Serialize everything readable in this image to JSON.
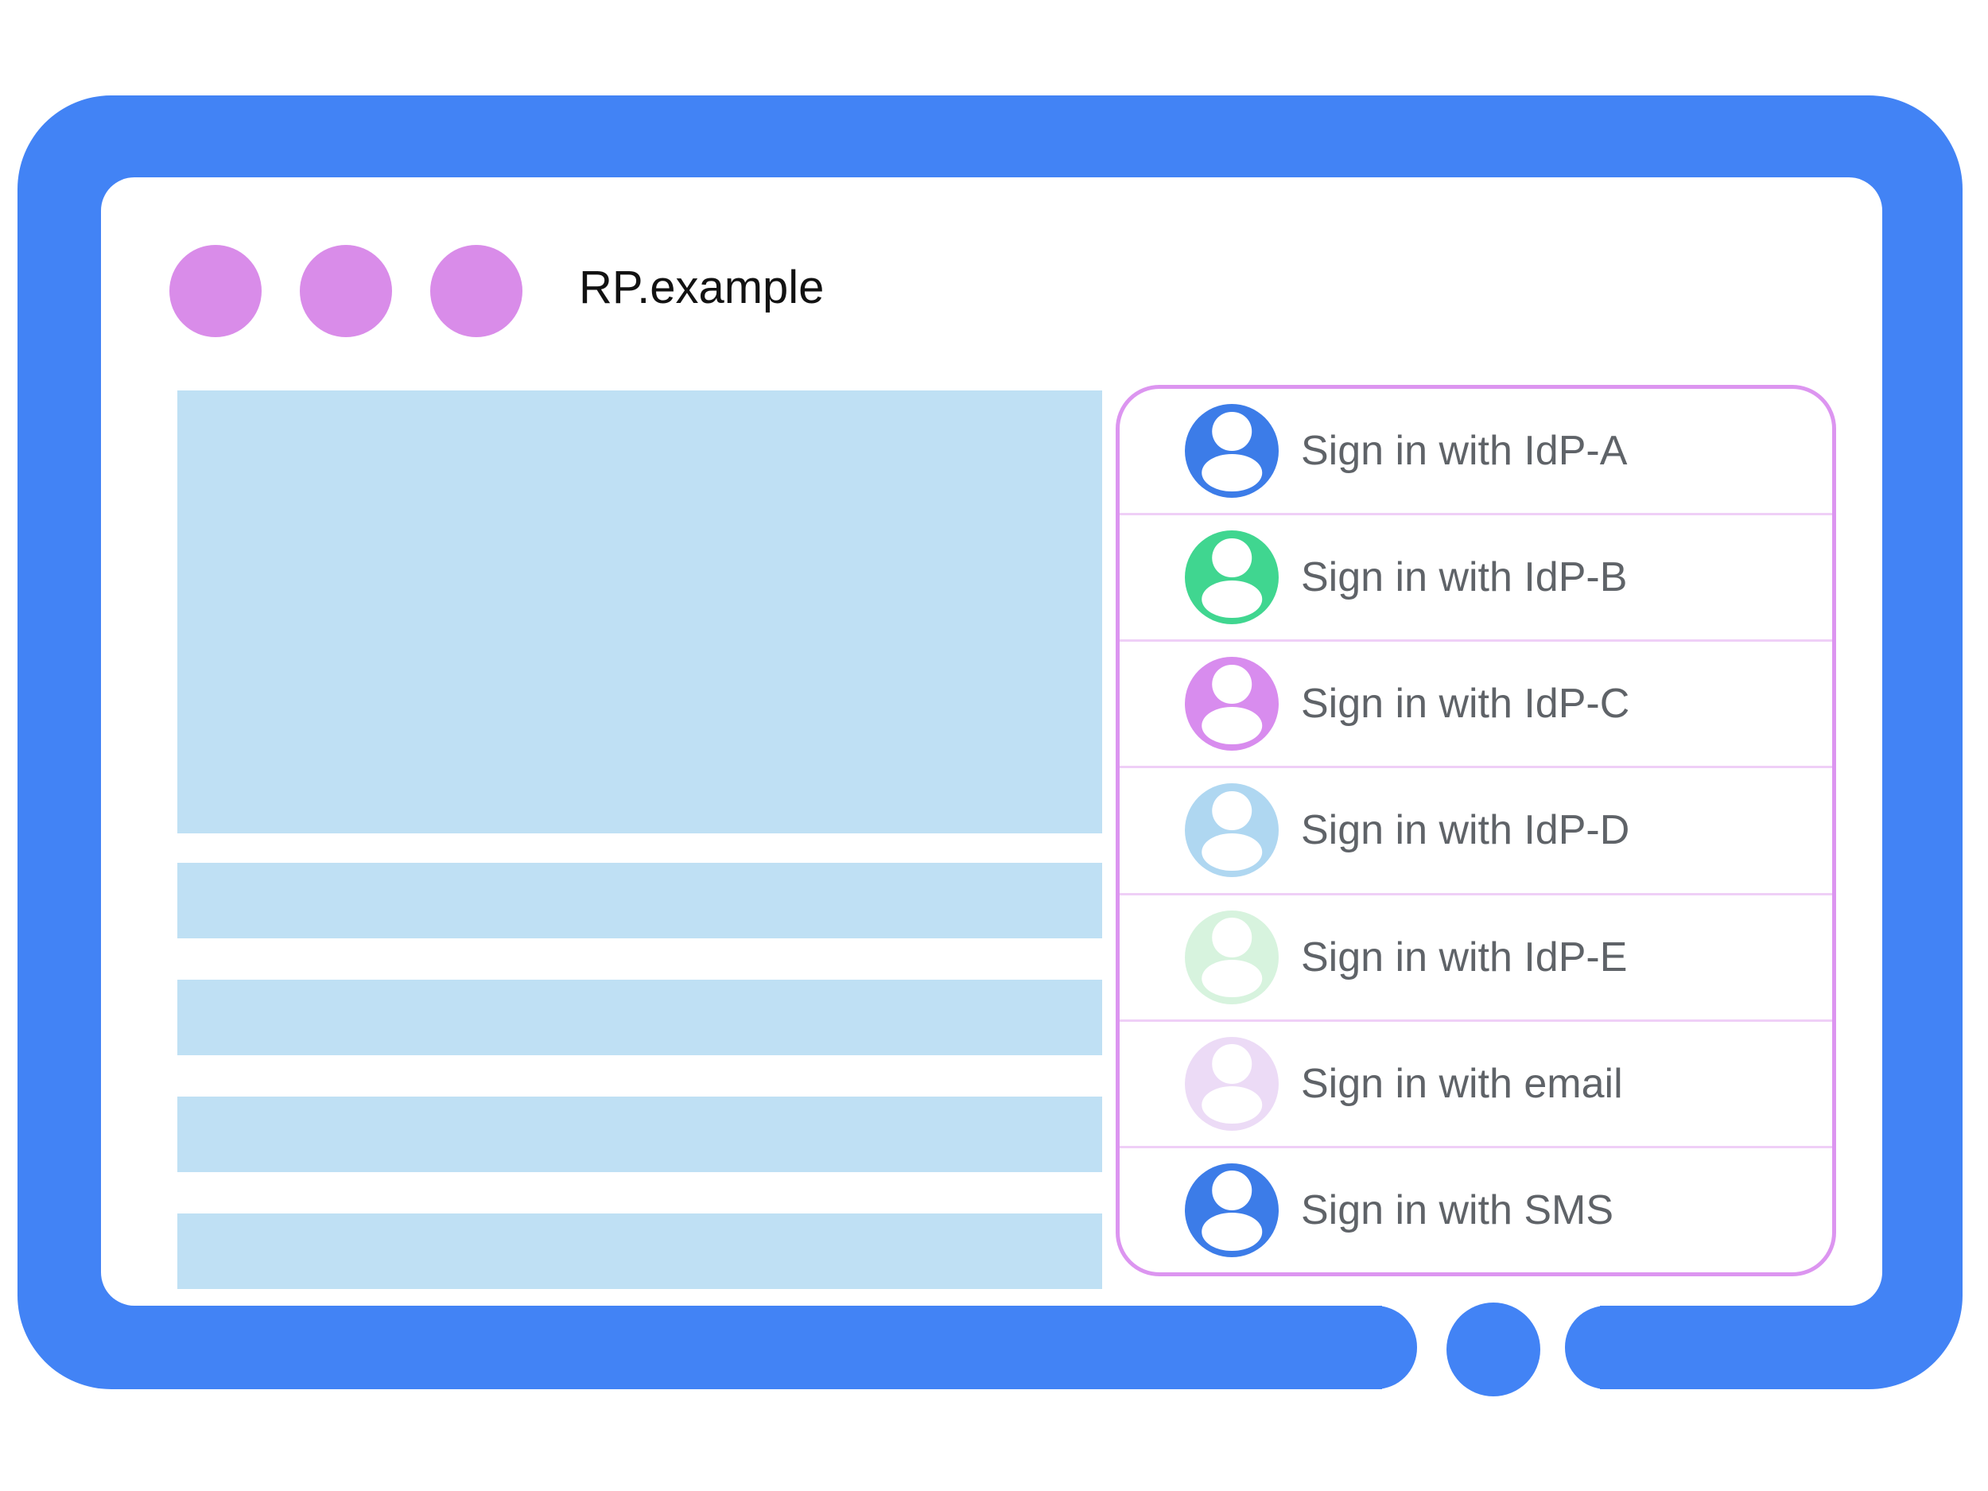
{
  "browser": {
    "title": "RP.example",
    "window_dots": {
      "count": 3,
      "color": "#D98CE9"
    }
  },
  "content_placeholder": {
    "block_color": "#BFE0F4",
    "line_count": 4
  },
  "signin_panel": {
    "border_color": "#DC95F0",
    "divider_color": "#EFCFF7",
    "items": [
      {
        "id": "idp-a",
        "label": "Sign in with IdP-A",
        "avatar_color": "#3C7CE8",
        "icon": "person-avatar-icon"
      },
      {
        "id": "idp-b",
        "label": "Sign in with IdP-B",
        "avatar_color": "#40D690",
        "icon": "person-avatar-icon"
      },
      {
        "id": "idp-c",
        "label": "Sign in with IdP-C",
        "avatar_color": "#D88CEE",
        "icon": "person-avatar-icon"
      },
      {
        "id": "idp-d",
        "label": "Sign in with IdP-D",
        "avatar_color": "#AFD7F1",
        "icon": "person-avatar-icon"
      },
      {
        "id": "idp-e",
        "label": "Sign in with IdP-E",
        "avatar_color": "#D7F3DE",
        "icon": "person-avatar-icon"
      },
      {
        "id": "email",
        "label": "Sign in with email",
        "avatar_color": "#ECDBF6",
        "icon": "person-avatar-icon"
      },
      {
        "id": "sms",
        "label": "Sign in with SMS",
        "avatar_color": "#3C7CE8",
        "icon": "person-avatar-icon"
      }
    ]
  },
  "colors": {
    "frame": "#4283F5",
    "title": "#121212",
    "label": "#5F6368"
  }
}
